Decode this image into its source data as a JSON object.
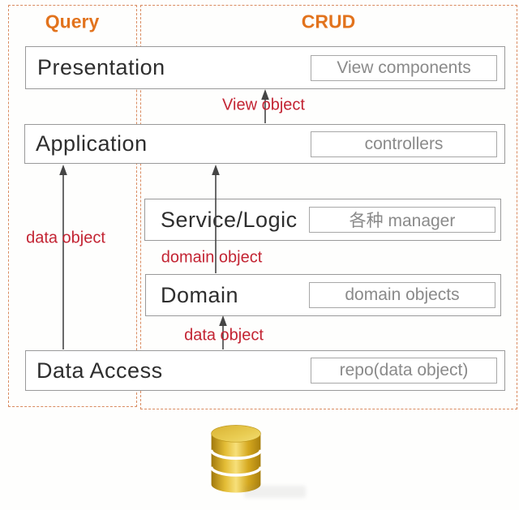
{
  "sections": {
    "query": {
      "label": "Query"
    },
    "crud": {
      "label": "CRUD"
    }
  },
  "layers": [
    {
      "name": "Presentation",
      "component": "View components"
    },
    {
      "name": "Application",
      "component": "controllers"
    },
    {
      "name": "Service/Logic",
      "component": "各种 manager"
    },
    {
      "name": "Domain",
      "component": "domain objects"
    },
    {
      "name": "Data Access",
      "component": "repo(data object)"
    }
  ],
  "flow_labels": [
    {
      "text": "View object"
    },
    {
      "text": "data object"
    },
    {
      "text": "domain object"
    },
    {
      "text": "data object"
    }
  ],
  "icons": {
    "database": "database-cylinder-icon"
  },
  "colors": {
    "section_outline": "#d98b60",
    "section_label": "#e2731d",
    "layer_border": "#9a9a9a",
    "layer_text": "#2e2e2e",
    "component_text": "#8a8a8a",
    "flow_label": "#c32433",
    "arrow": "#454545",
    "database_gold": "#d4a017"
  }
}
